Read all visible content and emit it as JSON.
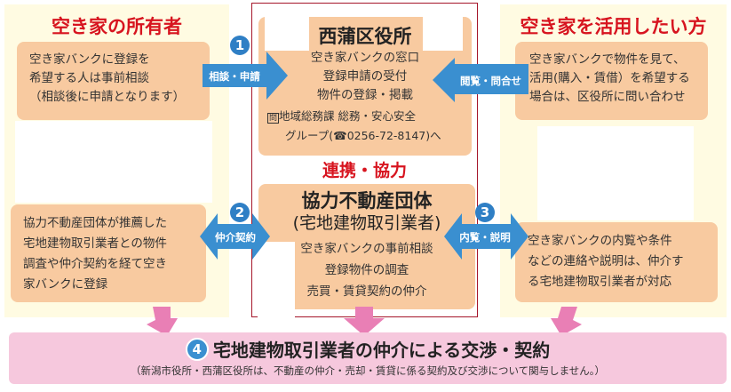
{
  "owner": {
    "title": "空き家の所有者",
    "box1": [
      "空き家バンクに登録を",
      "希望する人は事前相談",
      "（相談後に申請となります）"
    ],
    "box2": [
      "協力不動産団体が推薦した",
      "宅地建物取引業者との物件",
      "調査や仲介契約を経て空き",
      "家バンクに登録"
    ]
  },
  "office": {
    "title": "西蒲区役所",
    "lines": [
      "空き家バンクの窓口",
      "登録申請の受付",
      "物件の登録・掲載"
    ],
    "contact_badge": "問",
    "contact": [
      "地域総務課 総務・安心安全",
      "グループ(☎0256-72-8147)へ"
    ]
  },
  "cooperation": "連携・協力",
  "realtor": {
    "title": "協力不動産団体",
    "subtitle": "(宅地建物取引業者)",
    "lines": [
      "空き家バンクの事前相談",
      "登録物件の調査",
      "売買・賃貸契約の仲介"
    ]
  },
  "user": {
    "title": "空き家を活用したい方",
    "box1": [
      "空き家バンクで物件を見て、",
      "活用(購入・賃借）を希望する",
      "場合は、区役所に問い合わせ"
    ],
    "box2": [
      "空き家バンクの内覧や条件",
      "などの連絡や説明は、仲介す",
      "る宅地建物取引業者が対応"
    ]
  },
  "arrows": {
    "a1": {
      "num": "1",
      "label": "相談・申請"
    },
    "a_browse": {
      "label": "閲覧・問合せ"
    },
    "a2": {
      "num": "2",
      "label": "仲介契約"
    },
    "a3": {
      "num": "3",
      "label": "内覧・説明"
    }
  },
  "final": {
    "num": "4",
    "title": "宅地建物取引業者の仲介による交渉・契約",
    "note": "（新潟市役所・西蒲区役所は、不動産の仲介・売却・賃貸に係る契約及び交渉について関与しません。）"
  },
  "colors": {
    "red": "#d7141f",
    "peach": "#f8caa0",
    "blue": "#3a8fd0",
    "pink": "#f6c8dd",
    "pinkArrow": "#e97fb5"
  }
}
